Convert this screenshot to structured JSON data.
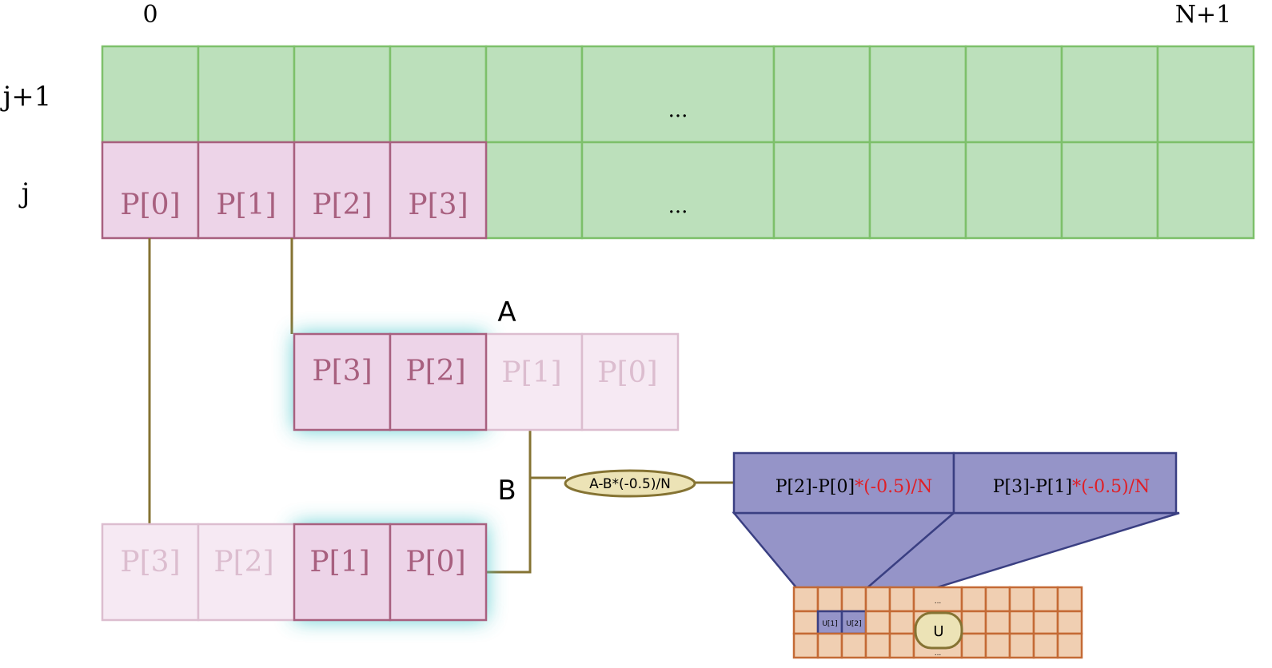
{
  "axis": {
    "col_start": "0",
    "col_end": "N+1",
    "row_top": "j+1",
    "row_bottom": "j"
  },
  "grid": {
    "ellipsis_top": "...",
    "ellipsis_bottom": "...",
    "row_j_cells": [
      "P[0]",
      "P[1]",
      "P[2]",
      "P[3]"
    ]
  },
  "shift_a": {
    "label": "A",
    "cells": [
      "P[3]",
      "P[2]",
      "P[1]",
      "P[0]"
    ]
  },
  "shift_b": {
    "label": "B",
    "cells": [
      "P[3]",
      "P[2]",
      "P[1]",
      "P[0]"
    ]
  },
  "formula": {
    "oval_text": "A-B*(-0.5)/N",
    "cell1_black": "P[2]-P[0]",
    "cell1_red": "*(-0.5)/N",
    "cell2_black": "P[3]-P[1]",
    "cell2_red": "*(-0.5)/N"
  },
  "u_grid": {
    "u1": "U[1]",
    "u2": "U[2]",
    "oval": "U",
    "dots_top": "...",
    "dots_bottom": "..."
  },
  "colors": {
    "green_fill": "#bce0bb",
    "green_stroke": "#7dc06a",
    "pink_fill": "#edd4e8",
    "pink_stroke": "#a8607f",
    "pink_text": "#a8607f",
    "connector": "#857333",
    "glow": "#4ec8cc",
    "purple_fill": "#9594c8",
    "purple_stroke": "#3a3f82",
    "orange_fill": "#f0cfb2",
    "orange_stroke": "#c46a35",
    "oval_fill": "#ece3b6",
    "red_text": "#e01f26"
  }
}
